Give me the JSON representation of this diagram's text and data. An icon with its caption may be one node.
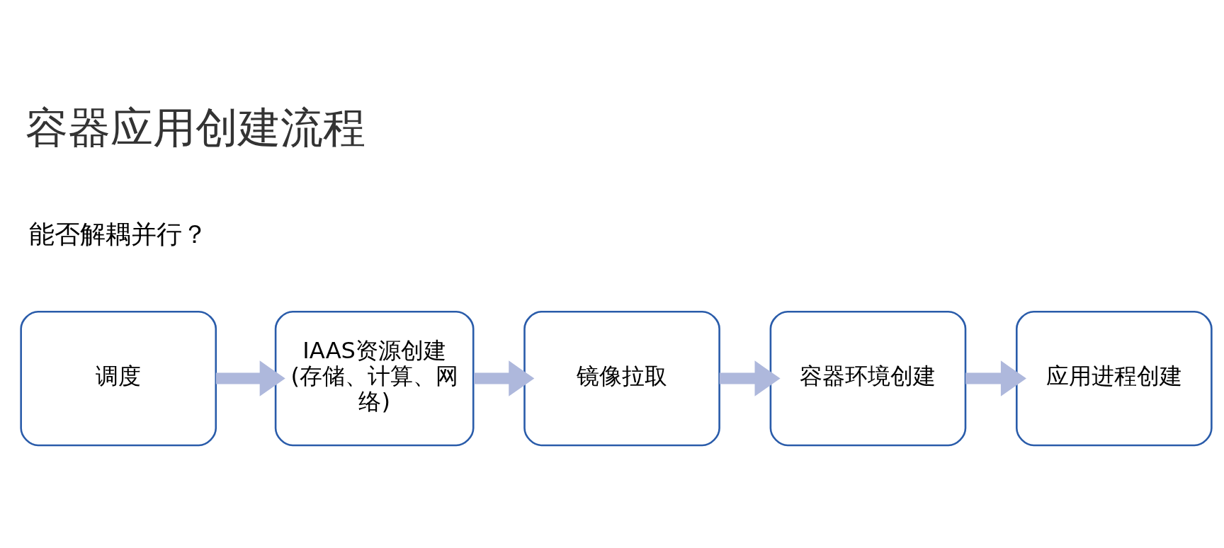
{
  "diagram": {
    "title": "容器应用创建流程",
    "nodes": [
      {
        "text": [
          "调度"
        ]
      },
      {
        "text": [
          "IAAS资源创建(存储、计算、网络)"
        ]
      },
      {
        "text": [
          "镜像拉取"
        ]
      },
      {
        "text": [
          "容器环境创建"
        ]
      },
      {
        "text": [
          "应用进程创建"
        ]
      }
    ],
    "edges": [
      {
        "from": 0,
        "to": 1,
        "arrow": "to"
      },
      {
        "from": 1,
        "to": 2,
        "arrow": "to"
      },
      {
        "from": 2,
        "to": 3,
        "arrow": "to"
      },
      {
        "from": 3,
        "to": 4,
        "arrow": "to"
      }
    ],
    "labels": [
      "能否解耦并行？"
    ]
  }
}
